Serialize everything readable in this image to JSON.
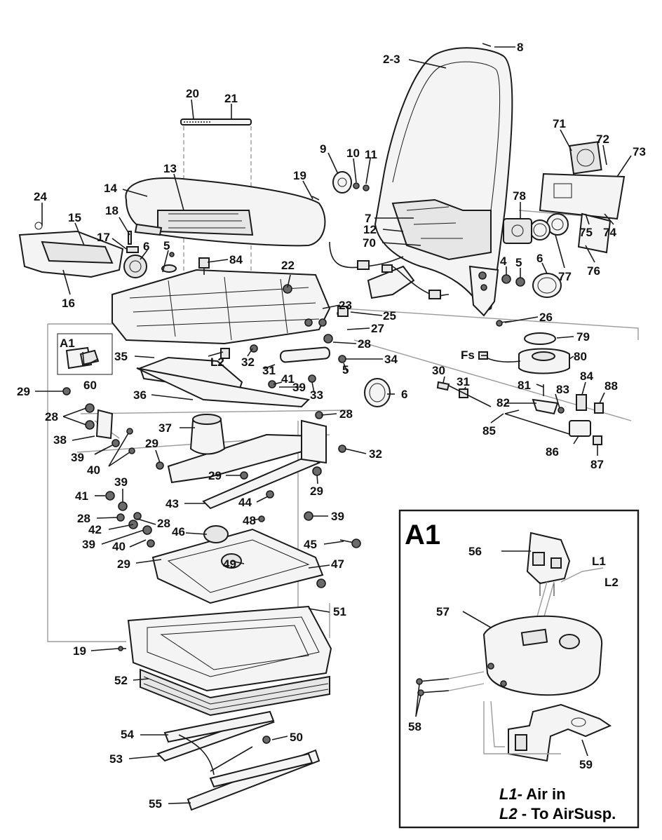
{
  "callouts": {
    "c2_3": "2-3",
    "c4": "4",
    "c5a": "5",
    "c5b": "5",
    "c5c": "5",
    "c6a": "6",
    "c6b": "6",
    "c6c": "6",
    "c7": "7",
    "c8": "8",
    "c9": "9",
    "c10": "10",
    "c11": "11",
    "c12": "12",
    "c13": "13",
    "c14": "14",
    "c15": "15",
    "c16": "16",
    "c17": "17",
    "c18": "18",
    "c19a": "19",
    "c19b": "19",
    "c20": "20",
    "c21": "21",
    "c22": "22",
    "c23": "23",
    "c24": "24",
    "c25": "25",
    "c26": "26",
    "c27": "27",
    "c28a": "28",
    "c28b": "28",
    "c28c": "28",
    "c28d": "28",
    "c28e": "28",
    "c29a": "29",
    "c29b": "29",
    "c29c": "29",
    "c29d": "29",
    "c29e": "29",
    "c30": "30",
    "c31a": "31",
    "c31b": "31",
    "c32a": "32",
    "c32b": "32",
    "c33": "33",
    "c34": "34",
    "c35": "35",
    "c36": "36",
    "c37": "37",
    "c38": "38",
    "c39a": "39",
    "c39b": "39",
    "c39c": "39",
    "c39d": "39",
    "c39e": "39",
    "c40a": "40",
    "c40b": "40",
    "c41a": "41",
    "c41b": "41",
    "c42": "42",
    "c43": "43",
    "c44": "44",
    "c45": "45",
    "c46": "46",
    "c47": "47",
    "c48": "48",
    "c49": "49",
    "c50": "50",
    "c51": "51",
    "c52": "52",
    "c53": "53",
    "c54": "54",
    "c55": "55",
    "c56": "56",
    "c57": "57",
    "c58": "58",
    "c59": "59",
    "c60": "60",
    "c70": "70",
    "c71": "71",
    "c72": "72",
    "c73": "73",
    "c74": "74",
    "c75": "75",
    "c76": "76",
    "c77": "77",
    "c78": "78",
    "c79": "79",
    "c80": "80",
    "c81": "81",
    "c82": "82",
    "c83": "83",
    "c84a": "84",
    "c84b": "84",
    "c85": "85",
    "c86": "86",
    "c87": "87",
    "c88": "88",
    "cA1": "A1",
    "cL1": "L1",
    "cL2": "L2",
    "cL2b": "L2",
    "cFs": "Fs"
  },
  "inset": {
    "title": "A1",
    "legend_l1_key": "L1-",
    "legend_l1_text": " Air in",
    "legend_l2_key": "L2",
    "legend_l2_text": " - To AirSusp."
  }
}
